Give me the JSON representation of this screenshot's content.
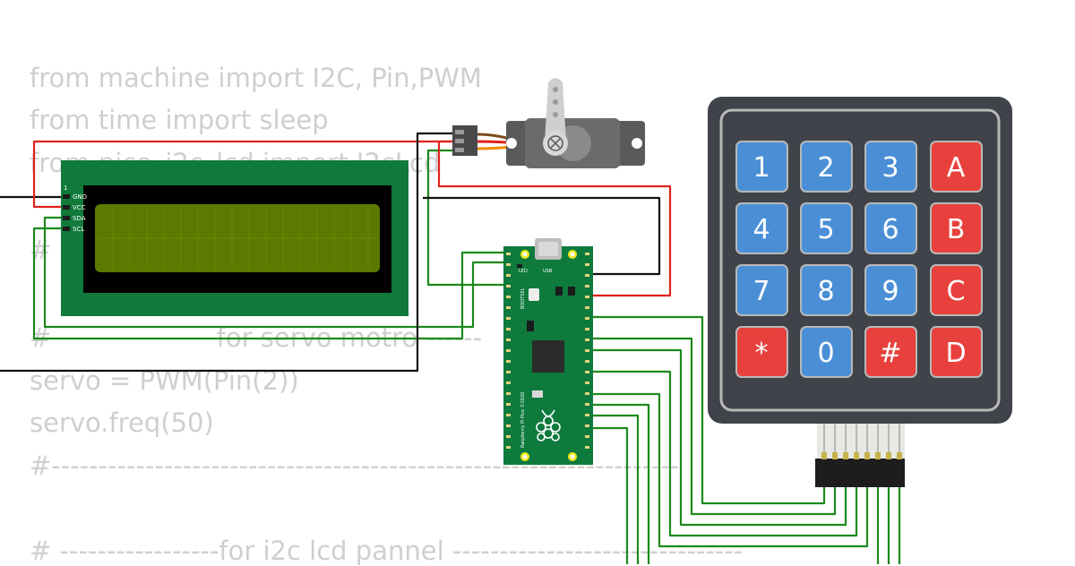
{
  "code": {
    "lines": [
      "from machine import I2C, Pin,PWM",
      "from time import sleep",
      "from pico_i2c_lcd import I2cLcd",
      "# c",
      "#                    for servo motro ------",
      "servo = PWM(Pin(2))",
      "servo.freq(50)",
      "#-------------------------------------------------------------------",
      "# -----------------for i2c lcd pannel -------------------------------"
    ]
  },
  "lcd": {
    "pin_marker": "1",
    "pins": [
      "GND",
      "VCC",
      "SDA",
      "SCL"
    ]
  },
  "pico": {
    "led_label": "LED",
    "usb_label": "USB",
    "bootsel_label": "BOOTSEL",
    "board_text": "Raspberry Pi Pico ©2020"
  },
  "keypad": {
    "rows": [
      [
        "1",
        "2",
        "3",
        "A"
      ],
      [
        "4",
        "5",
        "6",
        "B"
      ],
      [
        "7",
        "8",
        "9",
        "C"
      ],
      [
        "*",
        "0",
        "#",
        "D"
      ]
    ],
    "number_key_color": "#4a8fd6",
    "letter_key_color": "#e8413d",
    "body_color": "#404349"
  },
  "wires": {
    "red": "#e0221b",
    "black": "#111111",
    "green": "#1b8a1b"
  }
}
